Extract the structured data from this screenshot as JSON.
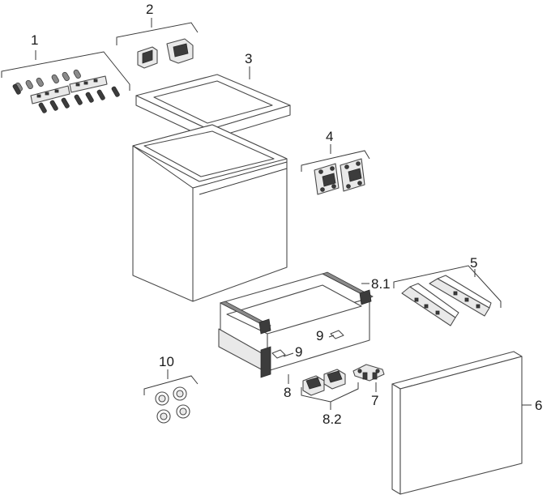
{
  "diagram": {
    "callouts": [
      {
        "id": "1",
        "text": "1"
      },
      {
        "id": "2",
        "text": "2"
      },
      {
        "id": "3",
        "text": "3"
      },
      {
        "id": "4",
        "text": "4"
      },
      {
        "id": "5",
        "text": "5"
      },
      {
        "id": "6",
        "text": "6"
      },
      {
        "id": "7",
        "text": "7"
      },
      {
        "id": "8",
        "text": "8"
      },
      {
        "id": "8.1",
        "text": "8.1"
      },
      {
        "id": "8.2",
        "text": "8.2"
      },
      {
        "id": "9a",
        "text": "9"
      },
      {
        "id": "9b",
        "text": "9"
      },
      {
        "id": "10",
        "text": "10"
      }
    ]
  }
}
